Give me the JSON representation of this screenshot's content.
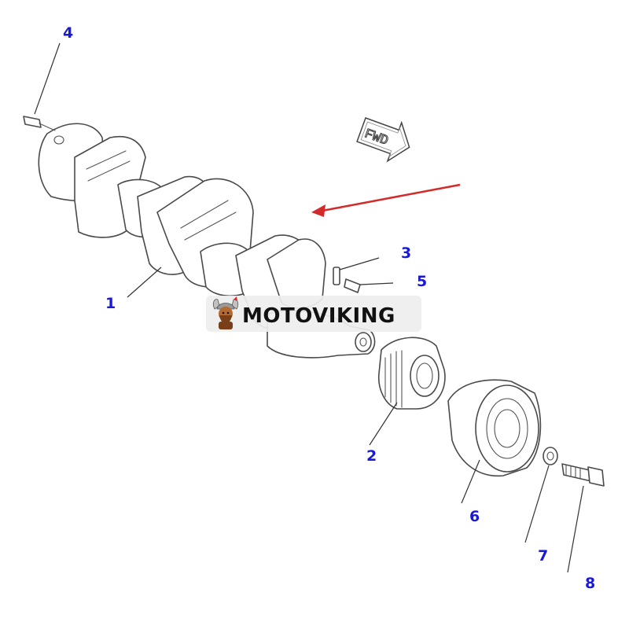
{
  "callouts": [
    {
      "id": "1",
      "label": "1"
    },
    {
      "id": "2",
      "label": "2"
    },
    {
      "id": "3",
      "label": "3"
    },
    {
      "id": "4",
      "label": "4"
    },
    {
      "id": "5",
      "label": "5"
    },
    {
      "id": "6",
      "label": "6"
    },
    {
      "id": "7",
      "label": "7"
    },
    {
      "id": "8",
      "label": "8"
    }
  ],
  "direction_marker": {
    "text": "FWD"
  },
  "watermark": {
    "brand": "MOTOVIKING",
    "logo_icon": "viking-mascot-icon"
  },
  "colors": {
    "callout": "#1a1ad6",
    "arrow": "#d42a2a",
    "outline": "#4a4a4a"
  }
}
